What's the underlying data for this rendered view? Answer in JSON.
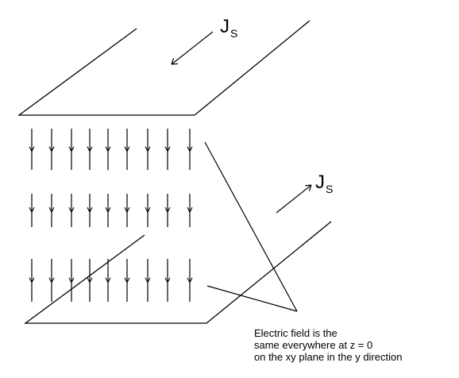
{
  "labels": {
    "top_current": {
      "main": "J",
      "sub": "S"
    },
    "bottom_current": {
      "main": "J",
      "sub": "S"
    }
  },
  "caption": {
    "line1": "Electric field is the",
    "line2": "same everywhere at z = 0",
    "line3": "on the xy plane in the y direction"
  },
  "colors": {
    "ink": "#000000",
    "background": "#ffffff"
  }
}
